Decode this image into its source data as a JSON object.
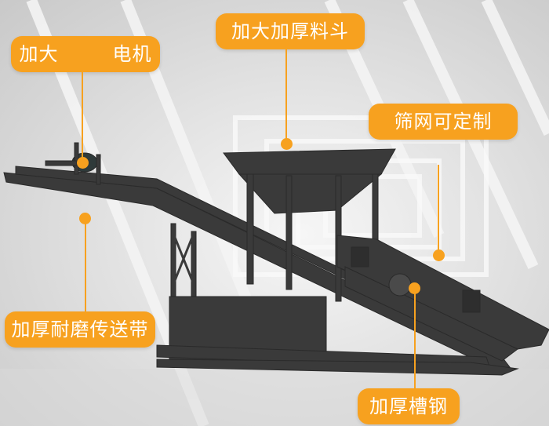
{
  "image": {
    "subject": "sand-screening-conveyor-machine",
    "accent_color": "#f7a11f",
    "machine_color": "#3a3a3a"
  },
  "labels": {
    "motor": {
      "text": "加大        电机"
    },
    "hopper": {
      "text": "加大加厚料斗"
    },
    "screen": {
      "text": "筛网可定制"
    },
    "belt": {
      "text": "加厚耐磨传送带"
    },
    "channel_steel": {
      "text": "加厚槽钢"
    }
  }
}
